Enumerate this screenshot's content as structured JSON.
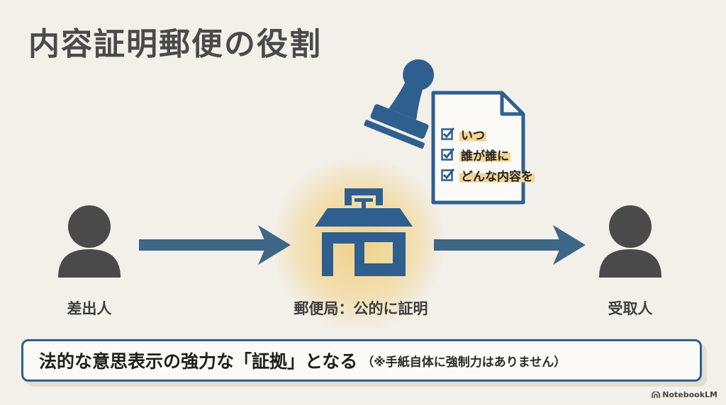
{
  "title": "内容証明郵便の役割",
  "sender": {
    "label": "差出人"
  },
  "receiver": {
    "label": "受取人"
  },
  "post_office": {
    "label": "郵便局：公的に証明"
  },
  "document": {
    "checklist": [
      "いつ",
      "誰が誰に",
      "どんな内容を"
    ]
  },
  "caption": {
    "main": "法的な意思表示の強力な「証拠」となる",
    "note": "（※手紙自体に強制力はありません）"
  },
  "watermark": {
    "text": "NotebookLM"
  },
  "colors": {
    "background": "#f3f0ea",
    "primary_blue": "#2f5f8f",
    "arrow": "#3e6687",
    "person": "#4a4a4a",
    "highlight": "#f2d692",
    "glow": "#f0c86e"
  }
}
